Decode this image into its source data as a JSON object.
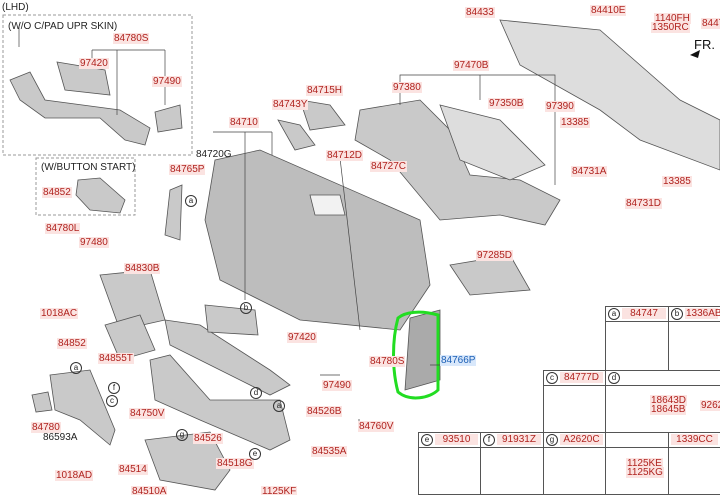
{
  "notes": {
    "lhd": "(LHD)",
    "wo_cpad": "(W/O C/PAD UPR SKIN)",
    "w_button": "(W/BUTTON START)",
    "front": "FR."
  },
  "labels": {
    "l84780S_a": "84780S",
    "l97420_a": "97420",
    "l97490_a": "97490",
    "l84852_a": "84852",
    "l84780L": "84780L",
    "l97480": "97480",
    "l84715H": "84715H",
    "l84743Y": "84743Y",
    "l84710": "84710",
    "l84720G": "84720G",
    "l84712D": "84712D",
    "l84765P": "84765P",
    "l84433": "84433",
    "l84410E": "84410E",
    "l1140FH": "1140FH",
    "l1350RC": "1350RC",
    "l8447": "8447",
    "l97470B": "97470B",
    "l97380": "97380",
    "l97350B": "97350B",
    "l97390": "97390",
    "l13385_a": "13385",
    "l84727C": "84727C",
    "l84731A": "84731A",
    "l13385_b": "13385",
    "l84731D": "84731D",
    "l84830B": "84830B",
    "l1018AC": "1018AC",
    "l84852_b": "84852",
    "l84855T": "84855T",
    "l97420_b": "97420",
    "l97490_b": "97490",
    "l84780S_b": "84780S",
    "l84766P": "84766P",
    "l97285D": "97285D",
    "l84750V": "84750V",
    "l84780": "84780",
    "l86593A": "86593A",
    "l84526B": "84526B",
    "l84526": "84526",
    "l84535A": "84535A",
    "l84760V": "84760V",
    "l1018AD": "1018AD",
    "l84514": "84514",
    "l84518G": "84518G",
    "l84510A": "84510A",
    "l1125KF": "1125KF"
  },
  "table": {
    "a": {
      "key": "a",
      "part": "84747"
    },
    "b": {
      "key": "b",
      "part": "1336AB"
    },
    "c": {
      "key": "c",
      "part": "84777D"
    },
    "d": {
      "key": "d",
      "part": "",
      "sub1": "18643D",
      "sub2": "18645B",
      "sub3": "9262"
    },
    "e": {
      "key": "e",
      "part": "93510"
    },
    "f": {
      "key": "f",
      "part": "91931Z"
    },
    "g": {
      "key": "g",
      "part": "A2620C"
    },
    "h": {
      "part": "",
      "sub1": "1125KE",
      "sub2": "1125KG"
    },
    "i": {
      "part": "1339CC"
    }
  },
  "callouts": {
    "a": "a",
    "b": "b",
    "c": "c",
    "d": "d",
    "e": "e",
    "f": "f",
    "g": "g"
  },
  "colors": {
    "label_text": "#b0231f",
    "label_bg": "#fbe3e1",
    "highlight": "#22dd22",
    "selected_label": "#1b5fb5"
  }
}
